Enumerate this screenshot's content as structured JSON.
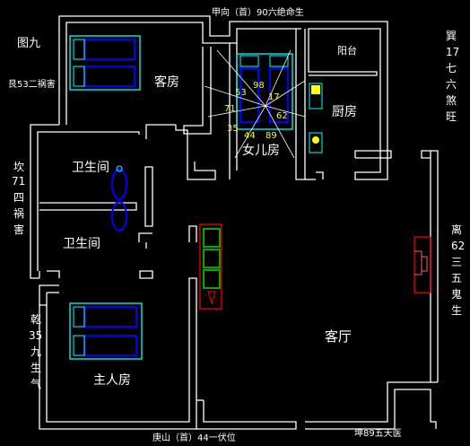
{
  "figure_label": "图九",
  "top_label": "甲向（首）90六绝命生",
  "bottom_left_label": "庚山（首）44一伏位",
  "bottom_right_label": "坤89五天医",
  "left_top_label": "艮53二祸害",
  "left_mid_label": [
    "坎",
    "71",
    "四",
    "祸",
    "害"
  ],
  "left_bottom_label": [
    "乾",
    "35",
    "九",
    "生",
    "气"
  ],
  "right_top_label": [
    "巽",
    "17",
    "七",
    "六",
    "煞",
    "旺"
  ],
  "right_mid_label": [
    "离",
    "62",
    "三",
    "五",
    "鬼",
    "生"
  ],
  "rooms": {
    "guest_room": "客房",
    "balcony": "阳台",
    "kitchen": "厨房",
    "daughter_room": "女儿房",
    "bathroom_1": "卫生间",
    "bathroom_2": "卫生间",
    "master_room": "主人房",
    "living_room": "客厅"
  },
  "center_numbers": {
    "n53": "53",
    "n98": "98",
    "n71": "71",
    "n17": "17",
    "n62": "62",
    "n35": "35",
    "n44": "44",
    "n89": "89"
  },
  "colors": {
    "wall": "#ffffff",
    "furniture": "#00ffff",
    "bed": "#0000ff",
    "text": "#ffffff",
    "number": "#ffff00",
    "sofa": "#00aa00",
    "red": "#ff0000",
    "grid_line": "#ff6060"
  }
}
